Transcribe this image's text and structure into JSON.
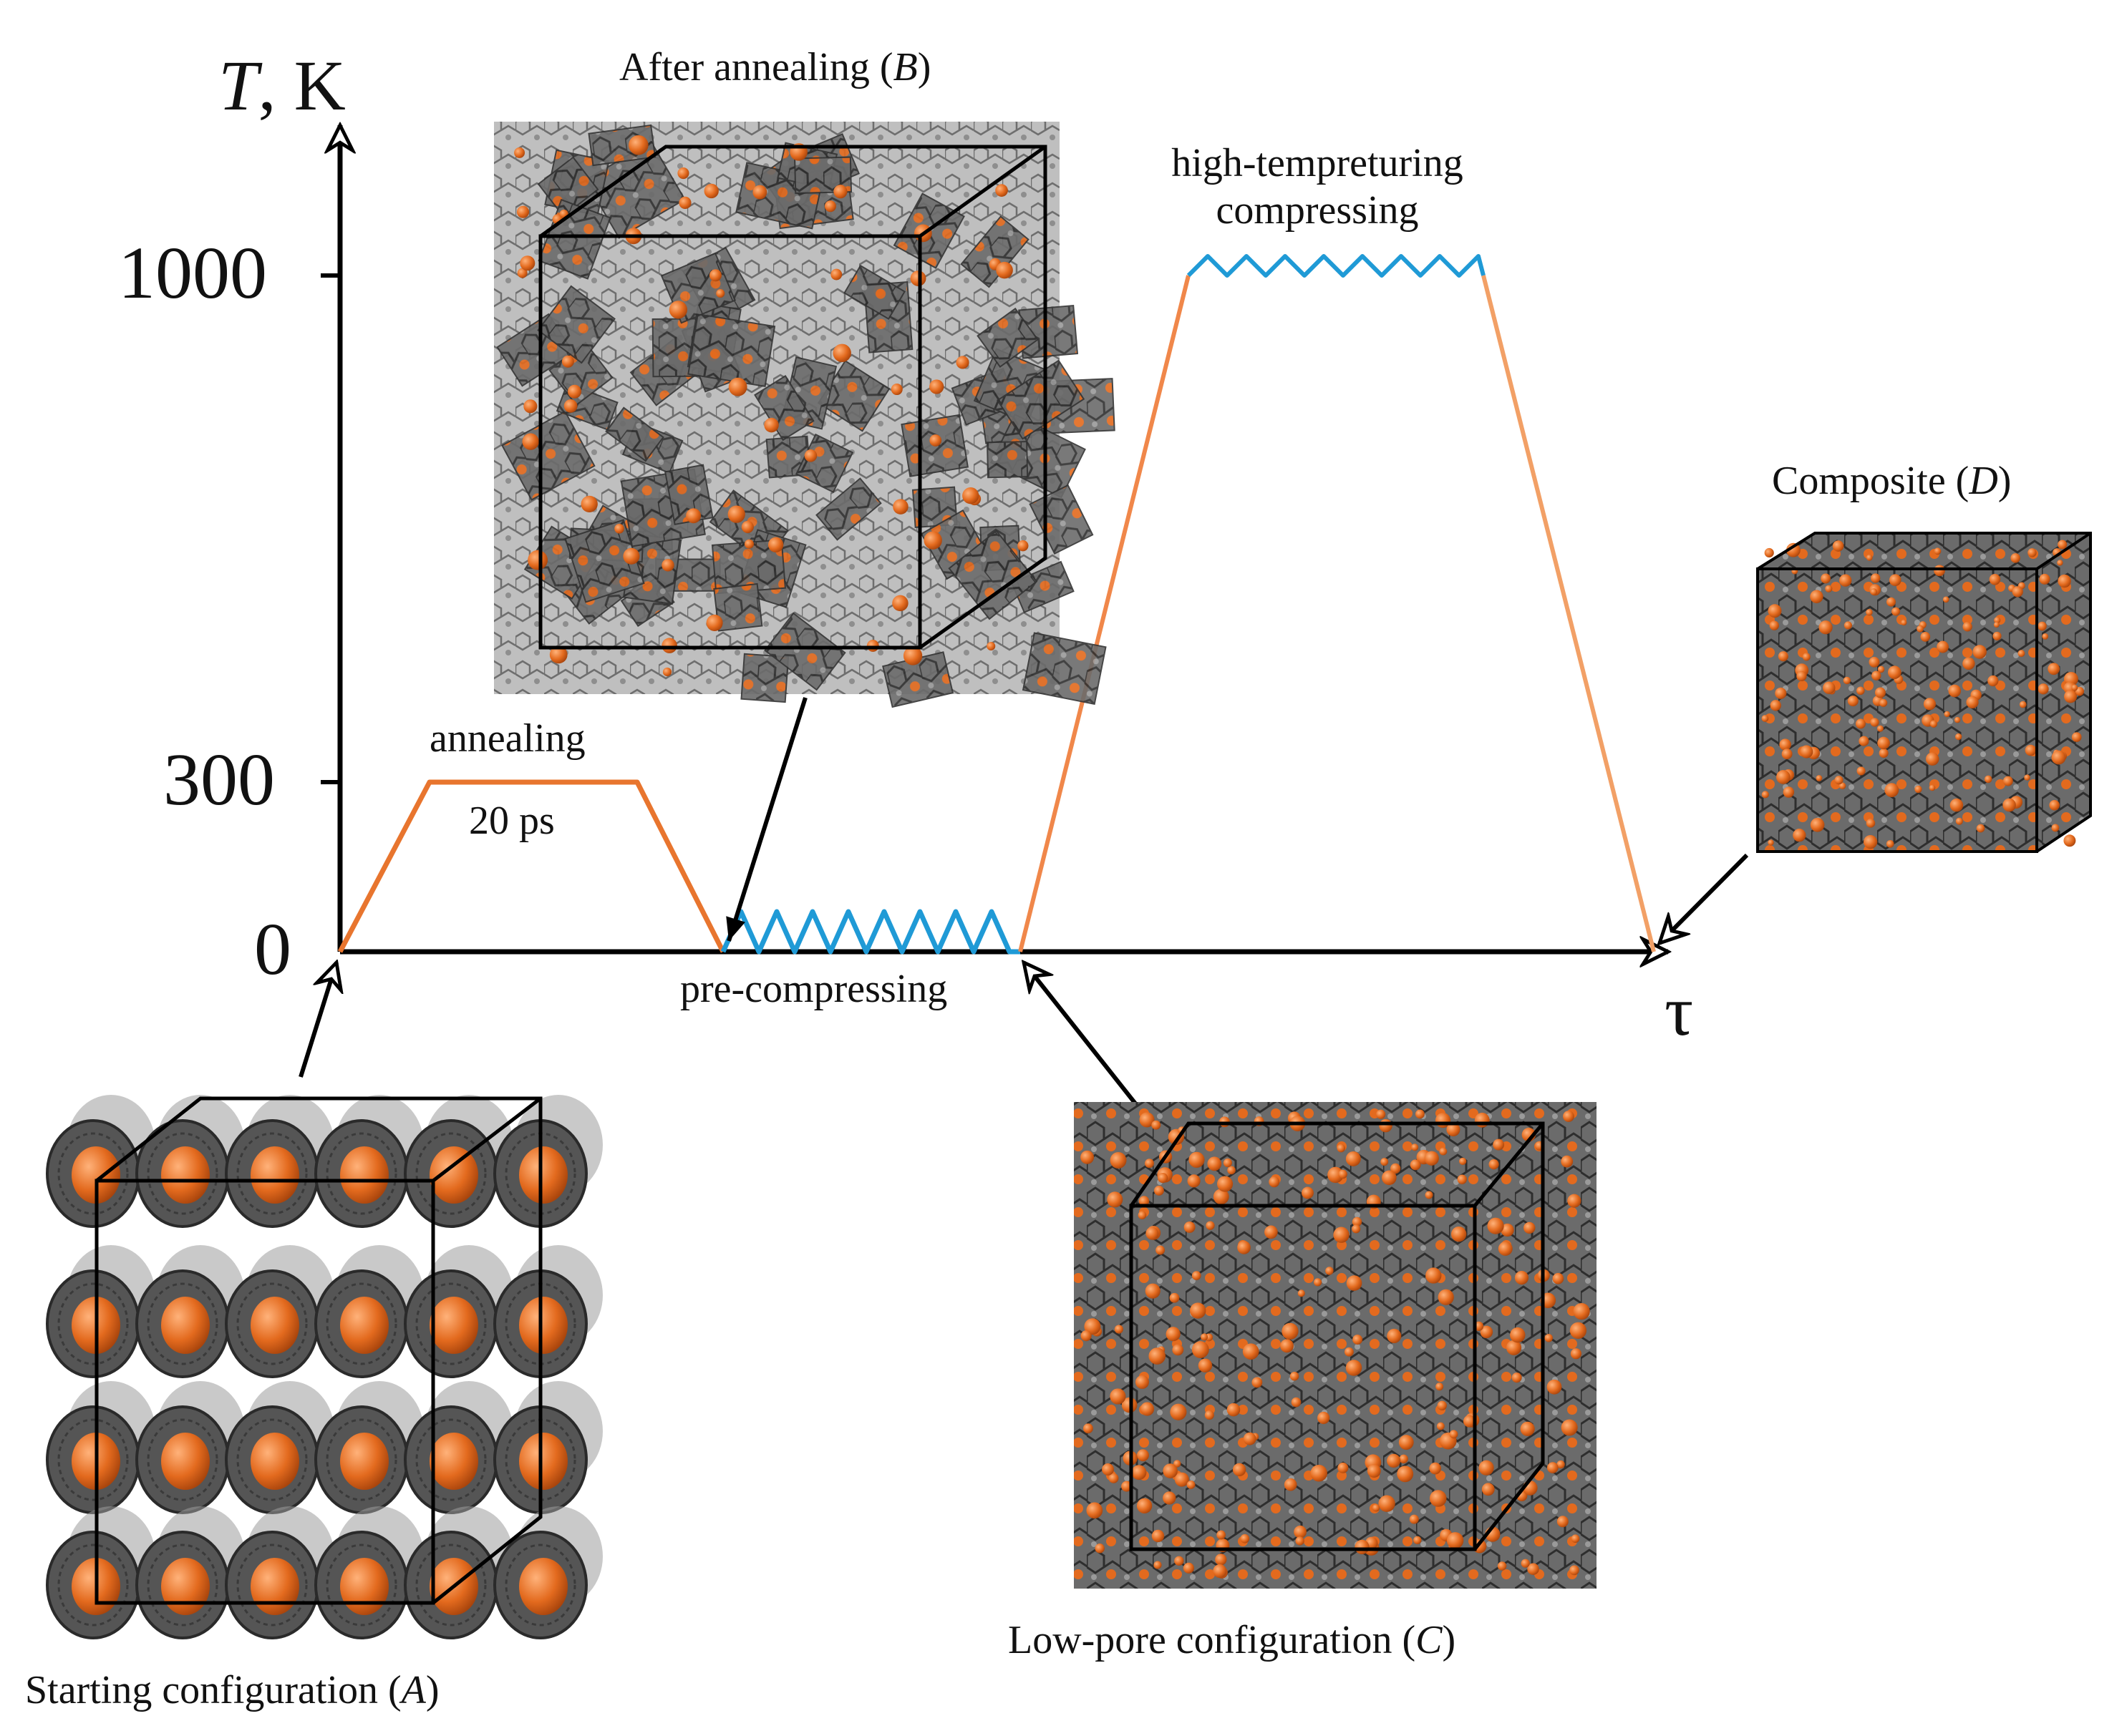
{
  "axes": {
    "y_label_var": "T",
    "y_label_unit": ", K",
    "x_label": "τ",
    "y_ticks": [
      "0",
      "300",
      "1000"
    ]
  },
  "segments": {
    "annealing_label": "annealing",
    "annealing_time": "20 ps",
    "pre_compressing_label": "pre-compressing",
    "high_temp_label_line1": "high-tempreturing",
    "high_temp_label_line2": "compressing"
  },
  "configurations": {
    "a": {
      "caption": "Starting configuration (",
      "letter": "A",
      "close": ")"
    },
    "b": {
      "caption": "After annealing (",
      "letter": "B",
      "close": ")"
    },
    "c": {
      "caption": "Low-pore configuration (",
      "letter": "C",
      "close": ")"
    },
    "d": {
      "caption": "Composite (",
      "letter": "D",
      "close": ")"
    }
  },
  "colors": {
    "ramp": "#e8752e",
    "ramp_light": "#f2a066",
    "zigzag": "#1f9ad6",
    "axis": "#000000",
    "carbon": "#4d4d4d",
    "metal": "#e36a1e"
  },
  "icons": [
    "arrow-icon",
    "axis-arrow-icon"
  ]
}
